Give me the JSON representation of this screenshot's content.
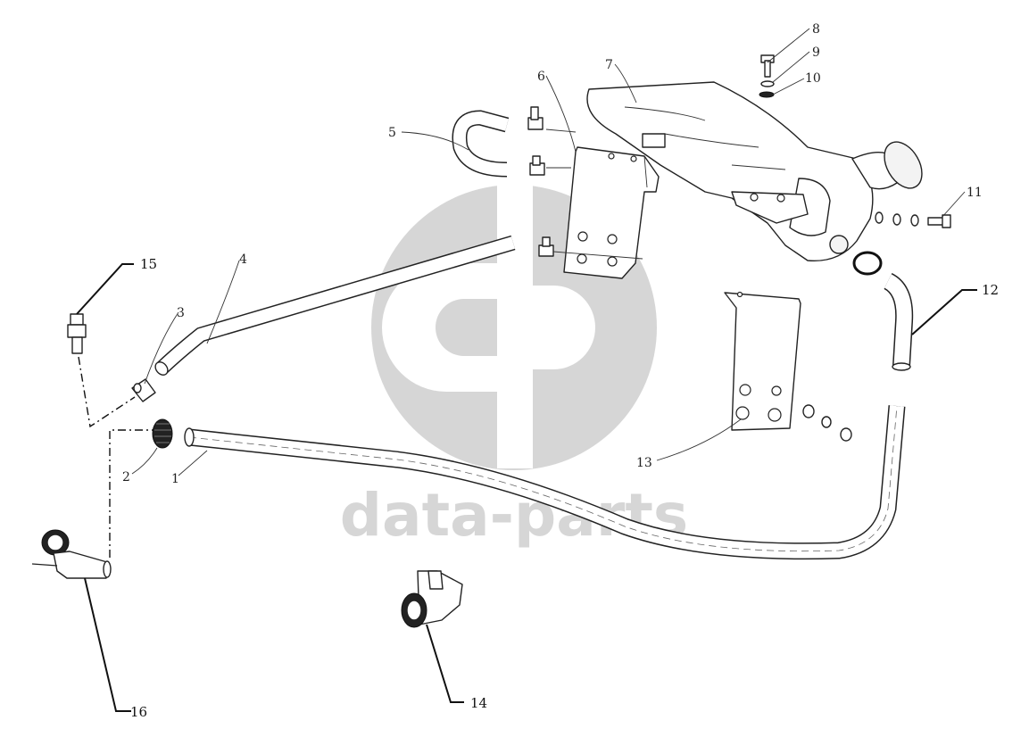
{
  "watermark": {
    "text": "data-parts",
    "color": "#cfcfcf"
  },
  "callouts": [
    "1",
    "2",
    "3",
    "4",
    "5",
    "6",
    "7",
    "8",
    "9",
    "10",
    "11",
    "12",
    "13",
    "14",
    "15",
    "16"
  ]
}
